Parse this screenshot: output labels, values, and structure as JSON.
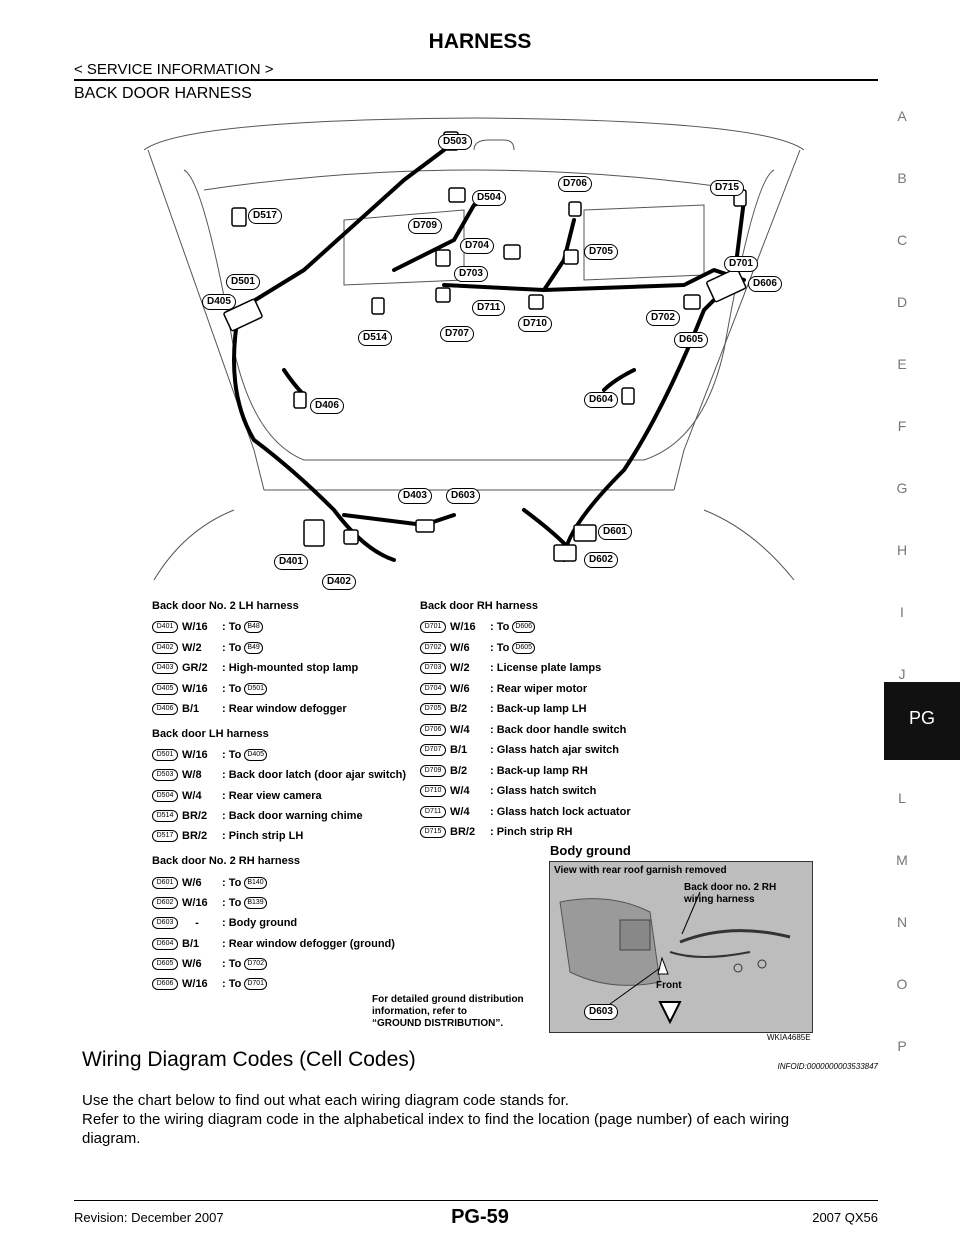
{
  "header": {
    "title": "HARNESS",
    "subtitle": "< SERVICE INFORMATION >",
    "section": "BACK DOOR HARNESS"
  },
  "side_index": {
    "letters": [
      "A",
      "B",
      "C",
      "D",
      "E",
      "F",
      "G",
      "H",
      "I",
      "J",
      "L",
      "M",
      "N",
      "O",
      "P"
    ],
    "active": "PG"
  },
  "figure": {
    "connectors": [
      "D503",
      "D504",
      "D706",
      "D715",
      "D517",
      "D709",
      "D704",
      "D705",
      "D703",
      "D701",
      "D606",
      "D501",
      "D405",
      "D711",
      "D710",
      "D702",
      "D514",
      "D707",
      "D605",
      "D604",
      "D406",
      "D403",
      "D603",
      "D601",
      "D602",
      "D401",
      "D402"
    ],
    "image_code": "WKIA4685E"
  },
  "legend": {
    "lh2": {
      "title": "Back door No. 2 LH harness",
      "rows": [
        {
          "code": "D401",
          "wire": "W/16",
          "desc": ": To",
          "ref": "B48"
        },
        {
          "code": "D402",
          "wire": "W/2",
          "desc": ": To",
          "ref": "B49"
        },
        {
          "code": "D403",
          "wire": "GR/2",
          "desc": ": High-mounted stop lamp",
          "ref": ""
        },
        {
          "code": "D405",
          "wire": "W/16",
          "desc": ": To",
          "ref": "D501"
        },
        {
          "code": "D406",
          "wire": "B/1",
          "desc": ": Rear window defogger",
          "ref": ""
        }
      ]
    },
    "lh": {
      "title": "Back door LH harness",
      "rows": [
        {
          "code": "D501",
          "wire": "W/16",
          "desc": ": To",
          "ref": "D405"
        },
        {
          "code": "D503",
          "wire": "W/8",
          "desc": ": Back door latch (door ajar switch)",
          "ref": ""
        },
        {
          "code": "D504",
          "wire": "W/4",
          "desc": ": Rear view camera",
          "ref": ""
        },
        {
          "code": "D514",
          "wire": "BR/2",
          "desc": ": Back door warning chime",
          "ref": ""
        },
        {
          "code": "D517",
          "wire": "BR/2",
          "desc": ": Pinch strip LH",
          "ref": ""
        }
      ]
    },
    "rh2": {
      "title": "Back door No. 2 RH harness",
      "rows": [
        {
          "code": "D601",
          "wire": "W/6",
          "desc": ": To",
          "ref": "B140"
        },
        {
          "code": "D602",
          "wire": "W/16",
          "desc": ": To",
          "ref": "B139"
        },
        {
          "code": "D603",
          "wire": "-",
          "desc": ": Body ground",
          "ref": ""
        },
        {
          "code": "D604",
          "wire": "B/1",
          "desc": ": Rear window defogger (ground)",
          "ref": ""
        },
        {
          "code": "D605",
          "wire": "W/6",
          "desc": ": To",
          "ref": "D702"
        },
        {
          "code": "D606",
          "wire": "W/16",
          "desc": ": To",
          "ref": "D701"
        }
      ]
    },
    "rh": {
      "title": "Back door RH harness",
      "rows": [
        {
          "code": "D701",
          "wire": "W/16",
          "desc": ": To",
          "ref": "D606"
        },
        {
          "code": "D702",
          "wire": "W/6",
          "desc": ": To",
          "ref": "D605"
        },
        {
          "code": "D703",
          "wire": "W/2",
          "desc": ": License plate lamps",
          "ref": ""
        },
        {
          "code": "D704",
          "wire": "W/6",
          "desc": ": Rear wiper motor",
          "ref": ""
        },
        {
          "code": "D705",
          "wire": "B/2",
          "desc": ": Back-up lamp LH",
          "ref": ""
        },
        {
          "code": "D706",
          "wire": "W/4",
          "desc": ": Back door handle switch",
          "ref": ""
        },
        {
          "code": "D707",
          "wire": "B/1",
          "desc": ": Glass hatch ajar switch",
          "ref": ""
        },
        {
          "code": "D709",
          "wire": "B/2",
          "desc": ": Back-up lamp RH",
          "ref": ""
        },
        {
          "code": "D710",
          "wire": "W/4",
          "desc": ": Glass hatch switch",
          "ref": ""
        },
        {
          "code": "D711",
          "wire": "W/4",
          "desc": ": Glass hatch lock actuator",
          "ref": ""
        },
        {
          "code": "D715",
          "wire": "BR/2",
          "desc": ": Pinch strip RH",
          "ref": ""
        }
      ]
    }
  },
  "ground": {
    "title": "Body ground",
    "note_l1": "For detailed ground distribution",
    "note_l2": "information, refer to",
    "note_l3": "“GROUND DISTRIBUTION”.",
    "photo_caption": "View with rear roof garnish removed",
    "photo_label1": "Back door no. 2 RH",
    "photo_label2": "wiring harness",
    "photo_front": "Front",
    "photo_code": "D603"
  },
  "wiring": {
    "title": "Wiring Diagram Codes (Cell Codes)",
    "infoid": "INFOID:0000000003533847",
    "p1": "Use the chart below to find out what each wiring diagram code stands for.",
    "p2": "Refer to the wiring diagram code in the alphabetical index to find the location (page number) of each wiring",
    "p3": "diagram."
  },
  "footer": {
    "left": "Revision: December 2007",
    "center": "PG-59",
    "right": "2007 QX56"
  }
}
